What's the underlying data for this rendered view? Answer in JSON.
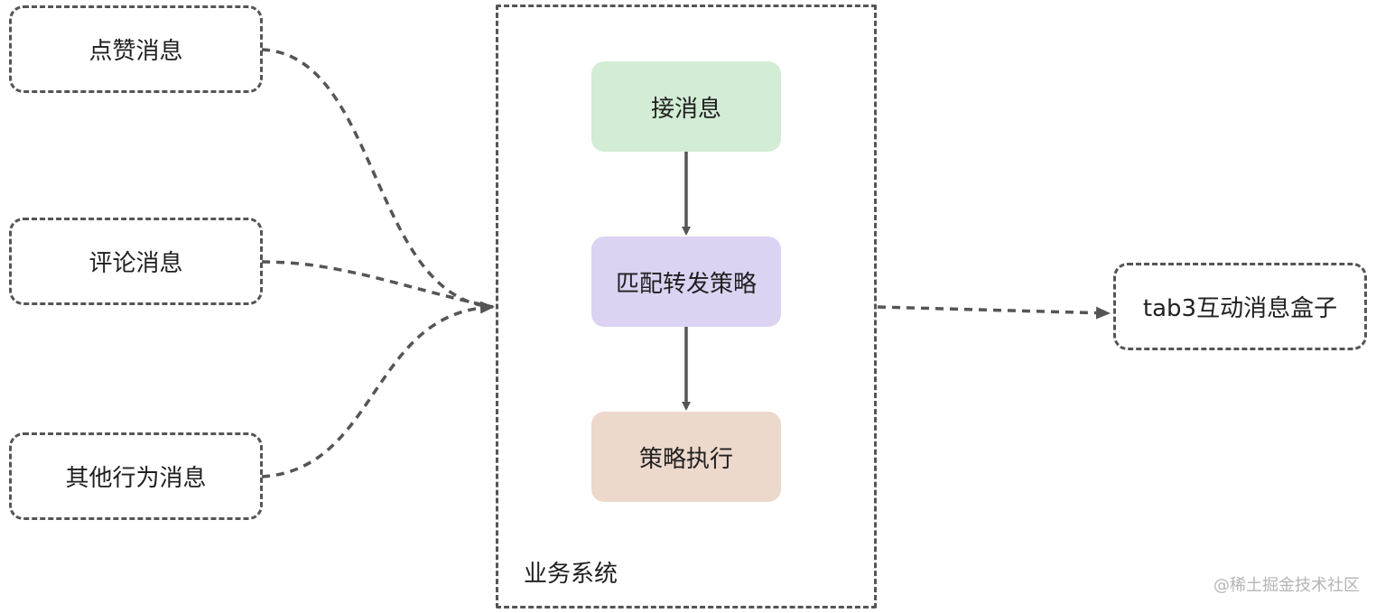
{
  "sources": [
    {
      "id": "like",
      "label": "点赞消息"
    },
    {
      "id": "comment",
      "label": "评论消息"
    },
    {
      "id": "other",
      "label": "其他行为消息"
    }
  ],
  "system": {
    "label": "业务系统",
    "steps": [
      {
        "id": "receive",
        "label": "接消息",
        "color": "#d3ecd5"
      },
      {
        "id": "match",
        "label": "匹配转发策略",
        "color": "#dcd3f3"
      },
      {
        "id": "execute",
        "label": "策略执行",
        "color": "#edd8cc"
      }
    ]
  },
  "target": {
    "label": "tab3互动消息盒子"
  },
  "watermark": "@稀土掘金技术社区",
  "colors": {
    "line": "#555555",
    "border": "#555555"
  }
}
